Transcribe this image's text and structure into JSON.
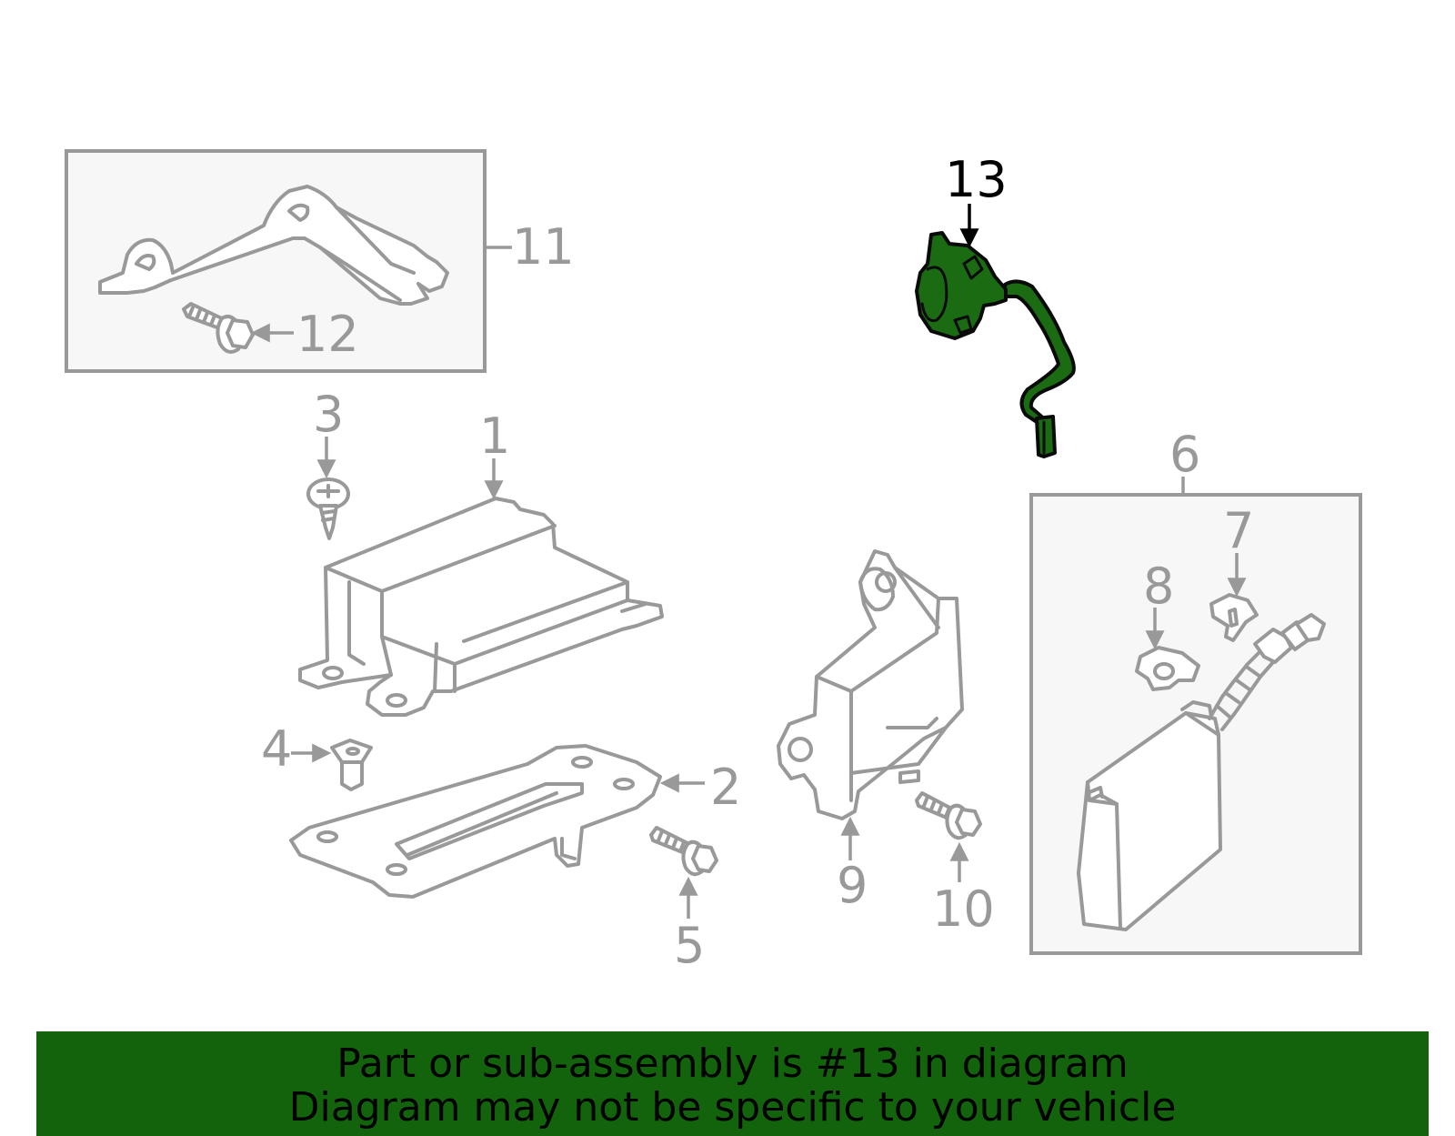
{
  "callouts": {
    "c1": "1",
    "c2": "2",
    "c3": "3",
    "c4": "4",
    "c5": "5",
    "c6": "6",
    "c7": "7",
    "c8": "8",
    "c9": "9",
    "c10": "10",
    "c11": "11",
    "c12": "12",
    "c13": "13"
  },
  "highlighted_part": "13",
  "colors": {
    "highlight_fill": "#1a6b12",
    "banner_bg": "#12630c",
    "part_stroke": "#999999",
    "box_fill": "#f7f7f7"
  },
  "banner": {
    "line1": "Part or sub-assembly is #13 in diagram",
    "line2": "Diagram may not be specific to your vehicle"
  },
  "icons": [
    "arrow-icon",
    "bolt-icon",
    "screw-icon",
    "clip-icon",
    "nut-icon"
  ]
}
